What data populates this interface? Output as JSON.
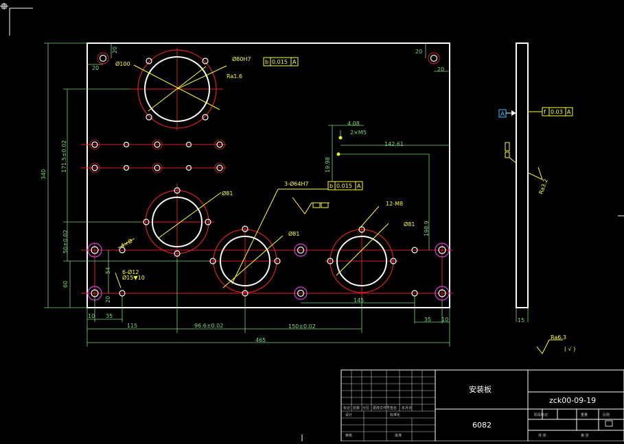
{
  "front_view": {
    "dim_height": "340",
    "dim_171": "171.5±0.02",
    "dim_50": "50±0.02",
    "dim_60": "60",
    "dim_width": "465",
    "dim_115": "115",
    "dim_96": "96.6±0.02",
    "dim_150": "150±0.02",
    "dim_10l": "10",
    "dim_35l": "35",
    "dim_145": "145",
    "dim_35r": "35",
    "dim_10r": "10",
    "dim_198": "198.9",
    "dim_142": "142.61",
    "dim_19": "19.98",
    "dim_4": "4.08",
    "thread_2m5": "2×M5",
    "dim_20": "20",
    "dim_54": "54",
    "dia_100": "Ø100",
    "fit_80h7": "Ø80H7",
    "ra_16": "Ra1.6",
    "dia_81": "Ø81",
    "fit_64h7": "3-Ø64H7",
    "thread_m8": "12-M8",
    "holes_4x": "4×Ø",
    "holes_6phi12": "6-Ø12",
    "holes_phi15": "Ø15▼10",
    "tol_b": "b",
    "tol_val": "0.015",
    "datum": "A"
  },
  "side_view": {
    "dim_15": "15",
    "flat_sym": "f",
    "flat_val": "0.03",
    "ra": "Ra3.2"
  },
  "general_note": {
    "ra": "Ra6.3",
    "bracket": "( √ )"
  },
  "title_block": {
    "r1c1": "标记",
    "r1c2": "处数",
    "r1c3": "分区",
    "r1c4": "更改文件号",
    "r1c5": "签名",
    "r1c6": "年月日",
    "r1c7": "",
    "design": "设计",
    "standard": "标准化",
    "check": "审核",
    "approve": "批准",
    "stage": "阶段标记",
    "weight": "重量",
    "scale": "比例",
    "total": "共 张",
    "sheet": "第 张",
    "part_name": "安装板",
    "drawing_no": "zck00-09-19",
    "material": "6082"
  }
}
